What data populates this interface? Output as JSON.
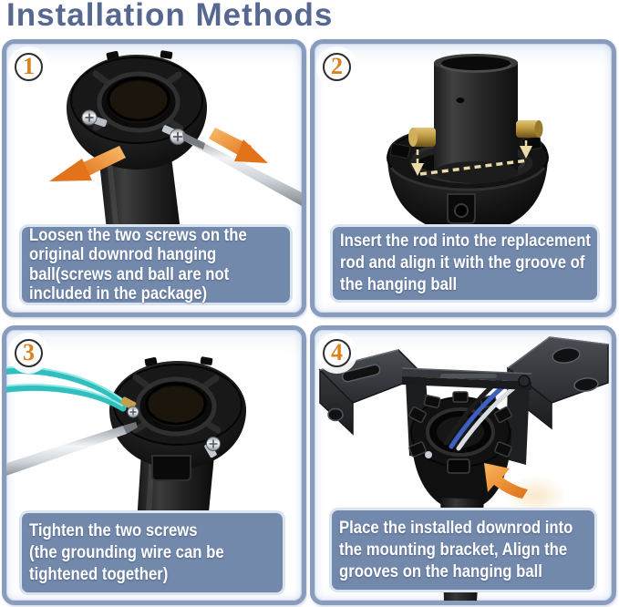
{
  "title": "Installation Methods",
  "colors": {
    "title_text": "#56688f",
    "panel_border": "#8a9cbe",
    "caption_background": "#7389ac",
    "caption_text": "#ffffff",
    "step_number": "#d9831e",
    "arrow_orange": "#e8872a",
    "guide_dash": "#ecd9a8"
  },
  "steps": [
    {
      "number": "1",
      "caption": "Loosen the two screws on the\noriginal downrod hanging\nball(screws and ball are not\nincluded in the package)"
    },
    {
      "number": "2",
      "caption": "Insert the rod into the replacement\nrod and align it with the groove of\nthe hanging ball"
    },
    {
      "number": "3",
      "caption": "Tighten the two screws\n(the grounding wire can be\ntightened together)"
    },
    {
      "number": "4",
      "caption": "Place the installed downrod into\nthe mounting bracket, Align the\ngrooves on the hanging ball"
    }
  ]
}
